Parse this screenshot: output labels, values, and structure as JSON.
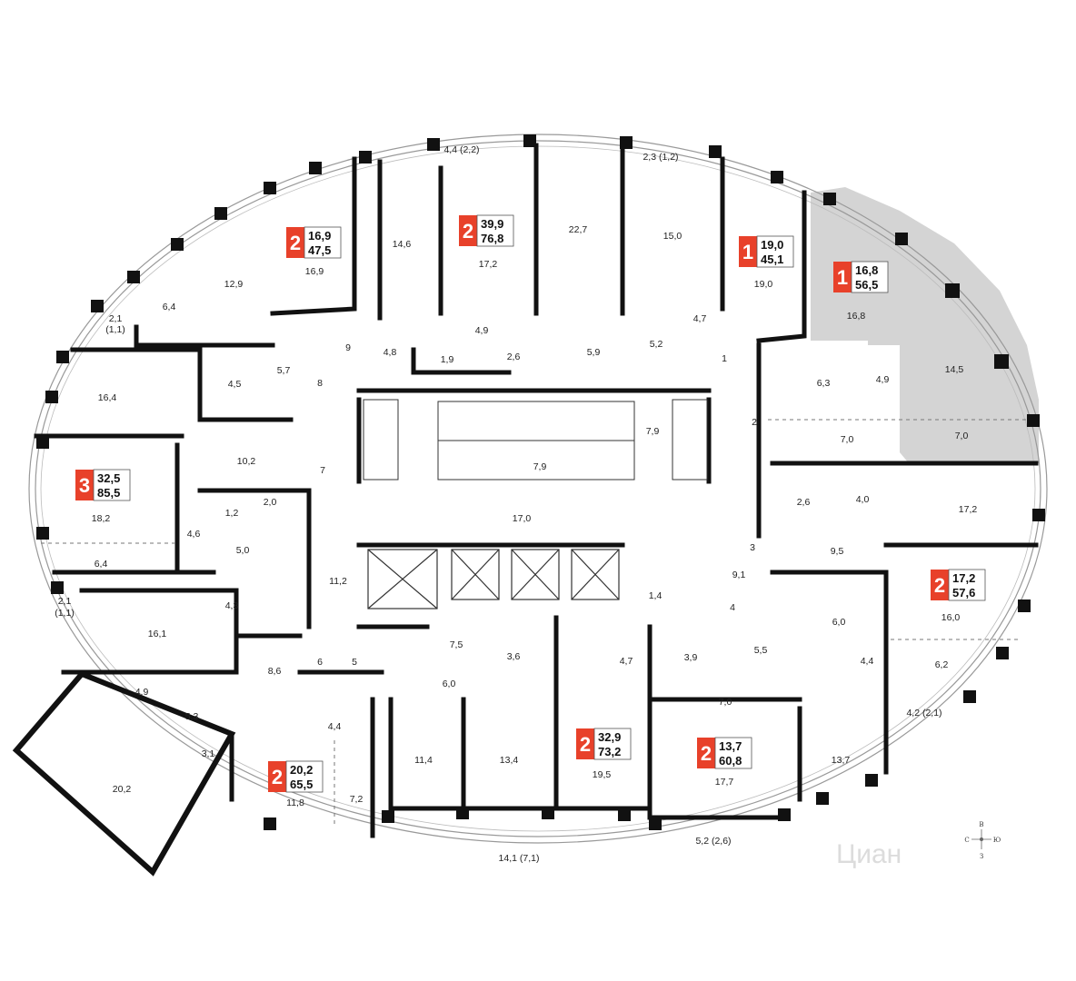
{
  "colors": {
    "wall": "#111111",
    "badge": "#e8412a",
    "highlight": "#d4d4d4",
    "glass": "#999999"
  },
  "units": [
    {
      "rooms": "2",
      "living": "16,9",
      "total": "47,5",
      "highlighted": false
    },
    {
      "rooms": "2",
      "living": "39,9",
      "total": "76,8",
      "highlighted": false
    },
    {
      "rooms": "1",
      "living": "19,0",
      "total": "45,1",
      "highlighted": false
    },
    {
      "rooms": "1",
      "living": "16,8",
      "total": "56,5",
      "highlighted": true
    },
    {
      "rooms": "3",
      "living": "32,5",
      "total": "85,5",
      "highlighted": false
    },
    {
      "rooms": "2",
      "living": "17,2",
      "total": "57,6",
      "highlighted": false
    },
    {
      "rooms": "2",
      "living": "32,9",
      "total": "73,2",
      "highlighted": false
    },
    {
      "rooms": "2",
      "living": "13,7",
      "total": "60,8",
      "highlighted": false
    },
    {
      "rooms": "2",
      "living": "20,2",
      "total": "65,5",
      "highlighted": false
    }
  ],
  "room_areas": [
    "4,4 (2,2)",
    "2,3 (1,2)",
    "12,9",
    "16,9",
    "14,6",
    "17,2",
    "22,7",
    "15,0",
    "19,0",
    "16,8",
    "6,4",
    "2,1",
    "(1,1)",
    "4,8",
    "4,9",
    "1,9",
    "2,6",
    "5,9",
    "5,2",
    "4,7",
    "5,7",
    "4,5",
    "6,3",
    "4,9",
    "14,5",
    "16,4",
    "10,2",
    "7,9",
    "7,9",
    "7,0",
    "7,0",
    "18,2",
    "1,2",
    "2,0",
    "4,6",
    "5,0",
    "17,0",
    "2,6",
    "4,0",
    "17,2",
    "6,4",
    "9,5",
    "2,1",
    "(1,1)",
    "4,3",
    "11,2",
    "9,1",
    "1,4",
    "6,0",
    "16,0",
    "16,1",
    "5,5",
    "7,5",
    "3,6",
    "4,7",
    "3,9",
    "4,4",
    "6,2",
    "8,6",
    "6,0",
    "7,0",
    "4,2 (2,1)",
    "4,9",
    "5,3",
    "4,4",
    "3,1",
    "11,4",
    "13,4",
    "19,5",
    "17,7",
    "13,7",
    "20,2",
    "11,8",
    "7,2",
    "14,1 (7,1)",
    "5,2 (2,6)"
  ],
  "door_numbers": [
    "1",
    "2",
    "3",
    "4",
    "5",
    "6",
    "7",
    "8",
    "9"
  ],
  "compass": {
    "n": "В",
    "w": "С",
    "e": "Ю",
    "s": "З"
  },
  "watermark": "Циан"
}
